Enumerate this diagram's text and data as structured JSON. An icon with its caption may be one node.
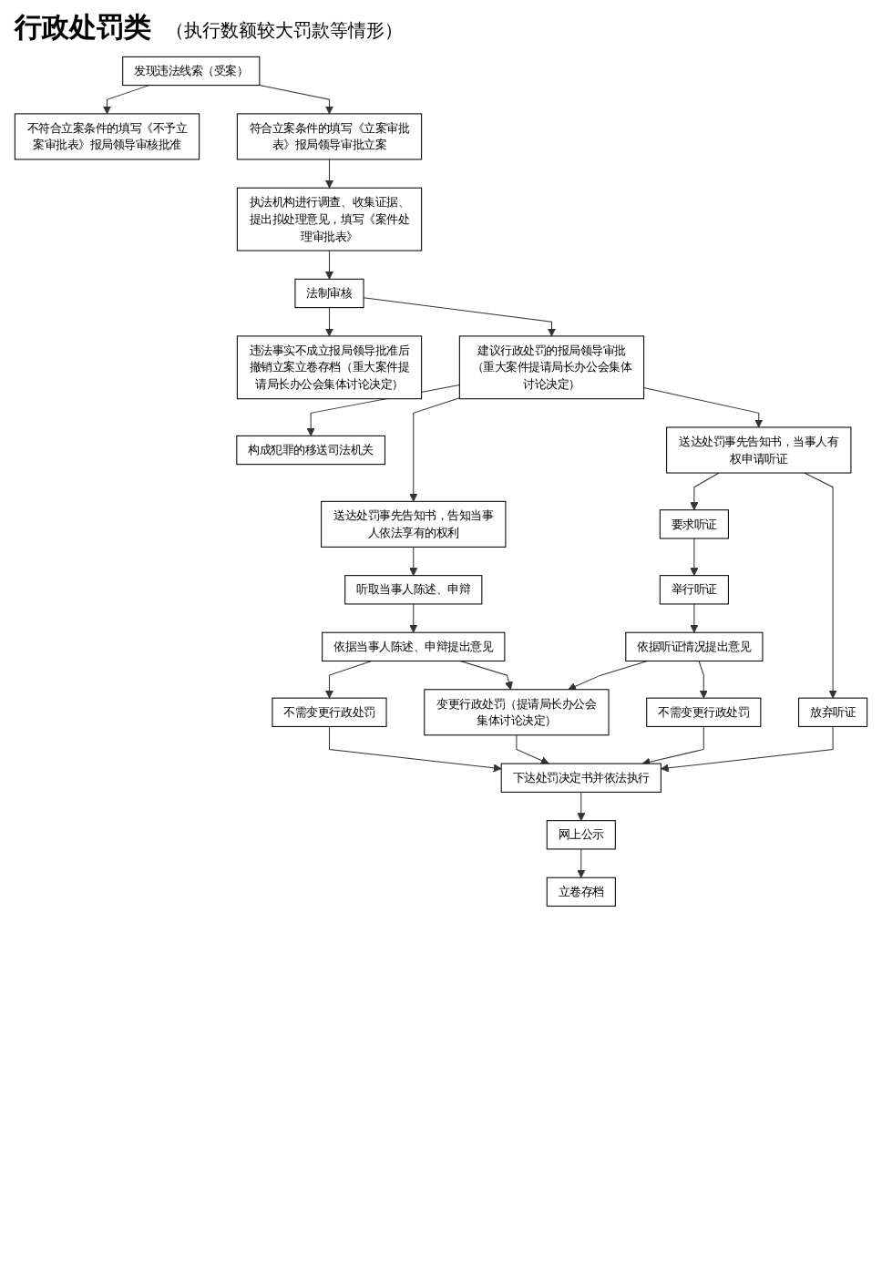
{
  "diagram": {
    "title": "行政处罚类",
    "nodes": [
      {
        "text": [
          "发现违法线索（受案）"
        ]
      },
      {
        "text": [
          "不符合立案条件的填写《不予立案审批表》报局领导审核批准"
        ]
      },
      {
        "text": [
          "符合立案条件的填写《立案审批表》报局领导审批立案"
        ]
      },
      {
        "text": [
          "执法机构进行调查、收集证据、提出拟处理意见，填写《案件处理审批表》"
        ]
      },
      {
        "text": [
          "法制审核"
        ]
      },
      {
        "text": [
          "违法事实不成立报局领导批准后撤销立案立卷存档（重大案件提请局长办公会集体讨论决定）"
        ]
      },
      {
        "text": [
          "建议行政处罚的报局领导审批",
          "（重大案件提请局长办公会集体讨论决定）"
        ]
      },
      {
        "text": [
          "构成犯罪的移送司法机关"
        ]
      },
      {
        "text": [
          "送达处罚事先告知书，告知当事人依法享有的权利"
        ]
      },
      {
        "text": [
          "送达处罚事先告知书，当事人有权申请听证"
        ]
      },
      {
        "text": [
          "听取当事人陈述、申辩"
        ]
      },
      {
        "text": [
          "要求听证"
        ]
      },
      {
        "text": [
          "放弃听证"
        ]
      },
      {
        "text": [
          "依据当事人陈述、申辩提出意见"
        ]
      },
      {
        "text": [
          "举行听证"
        ]
      },
      {
        "text": [
          "不需变更行政处罚"
        ]
      },
      {
        "text": [
          "变更行政处罚（提请局长办公会集体讨论决定）"
        ]
      },
      {
        "text": [
          "依据听证情况提出意见"
        ]
      },
      {
        "text": [
          "不需变更行政处罚"
        ]
      },
      {
        "text": [
          "下达处罚决定书并依法执行"
        ]
      },
      {
        "text": [
          "网上公示"
        ]
      },
      {
        "text": [
          "立卷存档"
        ]
      }
    ],
    "edges": [
      {
        "from": 0,
        "to": 1,
        "arrow": "to"
      },
      {
        "from": 0,
        "to": 2,
        "arrow": "to"
      },
      {
        "from": 2,
        "to": 3,
        "arrow": "to"
      },
      {
        "from": 3,
        "to": 4,
        "arrow": "to"
      },
      {
        "from": 4,
        "to": 5,
        "arrow": "to"
      },
      {
        "from": 4,
        "to": 6,
        "arrow": "to"
      },
      {
        "from": 6,
        "to": 7,
        "arrow": "to"
      },
      {
        "from": 6,
        "to": 8,
        "arrow": "to"
      },
      {
        "from": 6,
        "to": 9,
        "arrow": "to"
      },
      {
        "from": 8,
        "to": 10,
        "arrow": "to"
      },
      {
        "from": 9,
        "to": 11,
        "arrow": "to"
      },
      {
        "from": 9,
        "to": 12,
        "arrow": "to"
      },
      {
        "from": 10,
        "to": 13,
        "arrow": "to"
      },
      {
        "from": 13,
        "to": 15,
        "arrow": "to"
      },
      {
        "from": 13,
        "to": 16,
        "arrow": "to"
      },
      {
        "from": 11,
        "to": 14,
        "arrow": "to"
      },
      {
        "from": 14,
        "to": 17,
        "arrow": "to"
      },
      {
        "from": 17,
        "to": 16,
        "arrow": "to"
      },
      {
        "from": 17,
        "to": 18,
        "arrow": "to"
      },
      {
        "from": 15,
        "to": 19,
        "arrow": "to"
      },
      {
        "from": 16,
        "to": 19,
        "arrow": "to"
      },
      {
        "from": 18,
        "to": 19,
        "arrow": "to"
      },
      {
        "from": 12,
        "to": 19,
        "arrow": "to"
      },
      {
        "from": 19,
        "to": 20,
        "arrow": "to"
      },
      {
        "from": 20,
        "to": 21,
        "arrow": "to"
      }
    ],
    "labels": [
      "（执行数额较大罚款等情形）"
    ]
  }
}
